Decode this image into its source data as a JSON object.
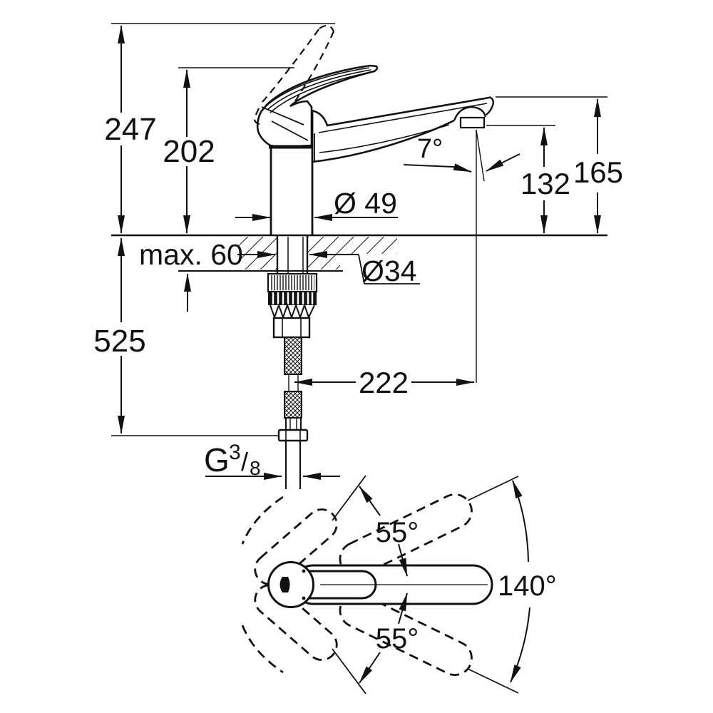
{
  "diagram": {
    "dims": {
      "overall_height": "247",
      "handle_height": "202",
      "spout_angle": "7°",
      "outlet_height": "132",
      "spout_height": "165",
      "body_diameter": "Ø 49",
      "max_mounting": "max. 60",
      "hole_diameter": "Ø34",
      "hose_drop": "525",
      "reach": "222",
      "swivel_upper": "55°",
      "swivel_total": "140°",
      "swivel_lower": "55°"
    },
    "thread": {
      "letter": "G",
      "numerator": "3",
      "divider": "/",
      "denominator": "8"
    }
  }
}
